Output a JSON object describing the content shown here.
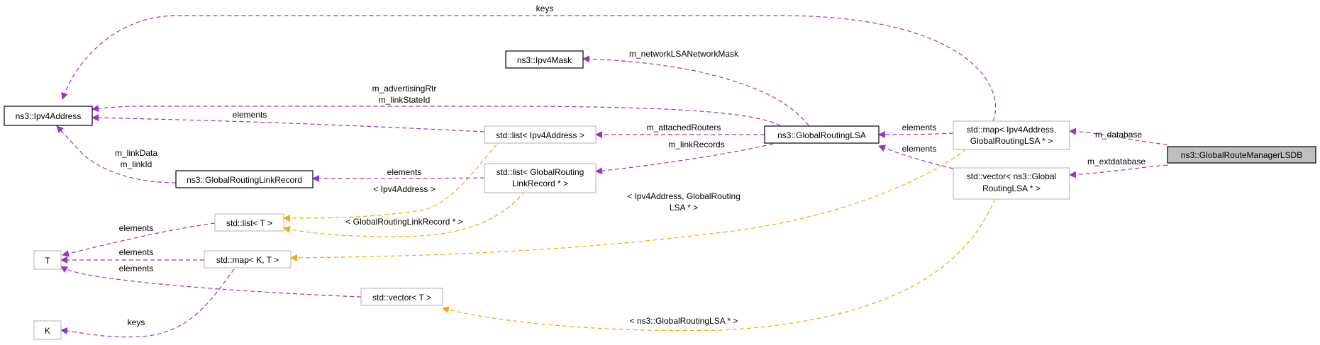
{
  "colors": {
    "usage": "#9a32cd",
    "template": "#ffa500",
    "border_defined": "#000000",
    "border_external": "#bfbfbf",
    "focus_fill": "#bfbfbf"
  },
  "nodes": {
    "lsdb": [
      "ns3::GlobalRouteManagerLSDB"
    ],
    "map_ipv4_lsa": [
      "std::map< Ipv4Address,",
      "GlobalRoutingLSA * >"
    ],
    "vector_lsa": [
      "std::vector< ns3::Global",
      "RoutingLSA * >"
    ],
    "global_routing_lsa": [
      "ns3::GlobalRoutingLSA"
    ],
    "ipv4_mask": [
      "ns3::Ipv4Mask"
    ],
    "ipv4_address": [
      "ns3::Ipv4Address"
    ],
    "list_ipv4": [
      "std::list< Ipv4Address >"
    ],
    "list_linkrecord": [
      "std::list< GlobalRouting",
      "LinkRecord * >"
    ],
    "link_record": [
      "ns3::GlobalRoutingLinkRecord"
    ],
    "list_t": [
      "std::list< T >"
    ],
    "map_kt": [
      "std::map< K, T >"
    ],
    "vector_t": [
      "std::vector< T >"
    ],
    "t": [
      "T"
    ],
    "k": [
      "K"
    ]
  },
  "edges": {
    "m_database": [
      "m_database"
    ],
    "m_extdatabase": [
      "m_extdatabase"
    ],
    "map_elements": [
      "elements"
    ],
    "vector_elements": [
      "elements"
    ],
    "keys_top": [
      "keys"
    ],
    "netmask": [
      "m_networkLSANetworkMask"
    ],
    "advertising": [
      "m_advertisingRtr",
      "m_linkStateId"
    ],
    "attached": [
      "m_attachedRouters"
    ],
    "linkrecords": [
      "m_linkRecords"
    ],
    "list_ipv4_elements": [
      "elements"
    ],
    "linkdata": [
      "m_linkData",
      "m_linkId"
    ],
    "list_lr_elements": [
      "elements"
    ],
    "tpl_ipv4": [
      "< Ipv4Address >"
    ],
    "tpl_lr": [
      "< GlobalRoutingLinkRecord * >"
    ],
    "tpl_map": [
      "< Ipv4Address, GlobalRouting",
      "LSA * >"
    ],
    "tpl_vector": [
      "< ns3::GlobalRoutingLSA * >"
    ],
    "list_t_elements": [
      "elements"
    ],
    "map_kt_elements": [
      "elements"
    ],
    "vector_t_elements": [
      "elements"
    ],
    "keys_bottom": [
      "keys"
    ]
  }
}
